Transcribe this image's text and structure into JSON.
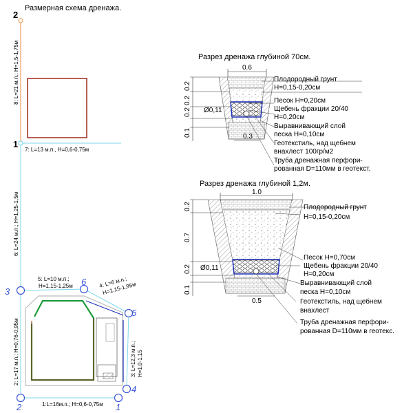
{
  "title": "Размерная схема дренажа.",
  "plan": {
    "points": [
      "2",
      "1",
      "3",
      "6",
      "5",
      "4",
      "2",
      "1"
    ],
    "segments": {
      "s8": "8: L=21 м.п.; H=1,5-1,75м",
      "s7": "7: L=13 м.п., H=0,6-0,75м",
      "s6": "6: L=24 м.п.; H=1,25-1,5м",
      "s5a": "5: L=10 м.п.;",
      "s5b": "H=1,15-1,25м",
      "s4a": "4: L=6 м.п.;",
      "s4b": "H=1,15-1,95м",
      "s3a": "3: L=12,3 м.п.;",
      "s3b": "H=1,0-1,15",
      "s2": "2: L=17 м.п.; H=0,76-0,95м",
      "s1": "1:L=16м.п.; H=0,6-0,75м"
    }
  },
  "section70": {
    "title": "Разрез дренажа глубиной 70см.",
    "top_width": "0.6",
    "bottom_width": "0.3",
    "dims": [
      "0.2",
      "0.2",
      "0.2",
      "0.1"
    ],
    "pipe_dim": "Ø0,11",
    "labels": [
      "Плодородный грунт",
      "H=0,15-0,20см",
      "Песок H=0,20см",
      "Щебень фракции 20/40",
      "H=0,20см",
      "Выравнивающий слой",
      "песка  H=0,10см",
      "Геотекстиль, над щебнем",
      "внахлест 100гр/м2",
      "Труба дренажная перфори-",
      "рованная D=110мм в геотекст."
    ]
  },
  "section12": {
    "title": "Разрез дренажа глубиной 1,2м.",
    "top_width": "1.0",
    "bottom_width": "0.5",
    "dims": [
      "0.2",
      "0.7",
      "0.2",
      "0.1"
    ],
    "pipe_dim": "Ø0,11",
    "labels": [
      "Плодородный грунт",
      "H=0,15-0,20см",
      "Песок H=0,70см",
      "Щебень фракции 20/40",
      "H=0,20см",
      "Выравнивающий слой",
      "песка  H=0,10см",
      "Геотекстиль, над щебнем",
      "внахлест",
      "Труба дренажная перфори-",
      "рованная D=110мм в геотекс."
    ]
  },
  "colors": {
    "drain_line": "#7fd6ec",
    "orange_line": "#e8a060",
    "house_wall": "#a0281c",
    "green_path": "#1f9a3a",
    "blue_geo": "#1a2fb8",
    "marker": "#3a55d6"
  }
}
